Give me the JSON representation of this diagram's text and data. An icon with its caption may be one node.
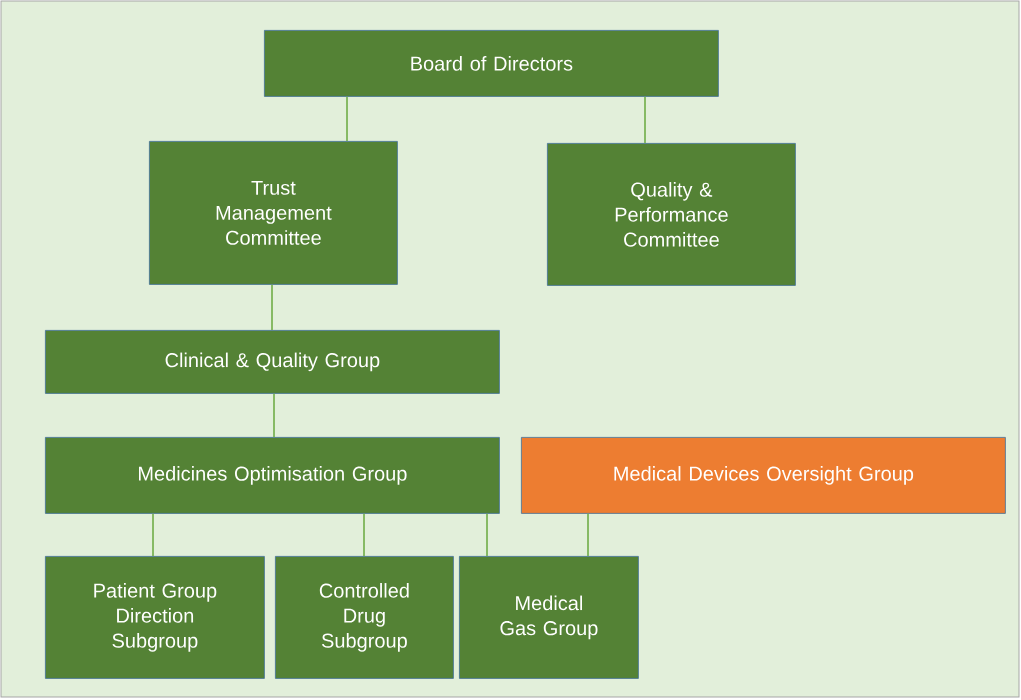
{
  "diagram": {
    "nodes": [
      {
        "text": [
          "Board of Directors"
        ]
      },
      {
        "text": [
          "Trust Management Committee"
        ]
      },
      {
        "text": [
          "Quality & Performance Committee"
        ]
      },
      {
        "text": [
          "Clinical & Quality Group"
        ]
      },
      {
        "text": [
          "Medicines Optimisation Group"
        ]
      },
      {
        "text": [
          "Medical Devices Oversight Group"
        ]
      },
      {
        "text": [
          "Patient Group Direction Subgroup"
        ]
      },
      {
        "text": [
          "Controlled Drug Subgroup"
        ]
      },
      {
        "text": [
          "Medical Gas Group"
        ]
      }
    ],
    "edges": [
      {
        "from": 0,
        "to": 1,
        "arrow": "none"
      },
      {
        "from": 0,
        "to": 2,
        "arrow": "none"
      },
      {
        "from": 1,
        "to": 3,
        "arrow": "none"
      },
      {
        "from": 3,
        "to": 4,
        "arrow": "none"
      },
      {
        "from": 4,
        "to": 6,
        "arrow": "none"
      },
      {
        "from": 4,
        "to": 7,
        "arrow": "none"
      },
      {
        "from": 4,
        "to": 8,
        "arrow": "none"
      },
      {
        "from": 5,
        "to": 8,
        "arrow": "none"
      }
    ]
  }
}
